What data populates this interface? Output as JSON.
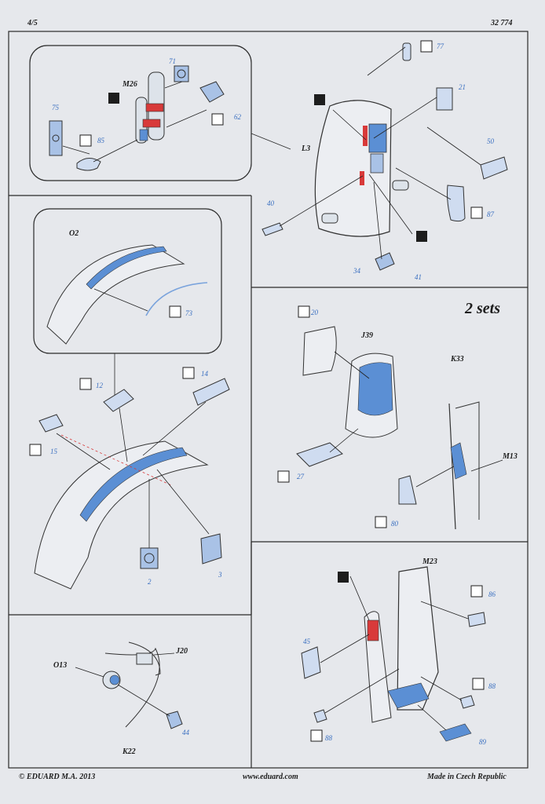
{
  "header": {
    "page": "4/5",
    "kit_number": "32 774"
  },
  "footer": {
    "copyright": "© EDUARD M.A. 2013",
    "website": "www.eduard.com",
    "origin": "Made in Czech Republic"
  },
  "sections": {
    "seat_detail": {
      "callouts": [
        "M26",
        "71",
        "62",
        "75",
        "85",
        "L3",
        "77",
        "21",
        "50",
        "87",
        "40",
        "34",
        "41"
      ]
    },
    "frame_detail": {
      "callouts": [
        "O2",
        "73",
        "12",
        "14",
        "15",
        "2",
        "3"
      ]
    },
    "seat_sets": {
      "title": "2 sets",
      "callouts": [
        "20",
        "J39",
        "27",
        "K33",
        "M13",
        "80"
      ]
    },
    "lever_detail": {
      "callouts": [
        "J20",
        "O13",
        "44",
        "K22"
      ]
    },
    "cabinet_detail": {
      "callouts": [
        "M23",
        "86",
        "45",
        "88",
        "88",
        "89"
      ]
    }
  },
  "colors": {
    "paper": "#e6e8ec",
    "ink": "#1d1d1d",
    "blue_part": "#5b8fd4",
    "red_part": "#d83a3a",
    "number_badge": "#b9c4d6"
  }
}
